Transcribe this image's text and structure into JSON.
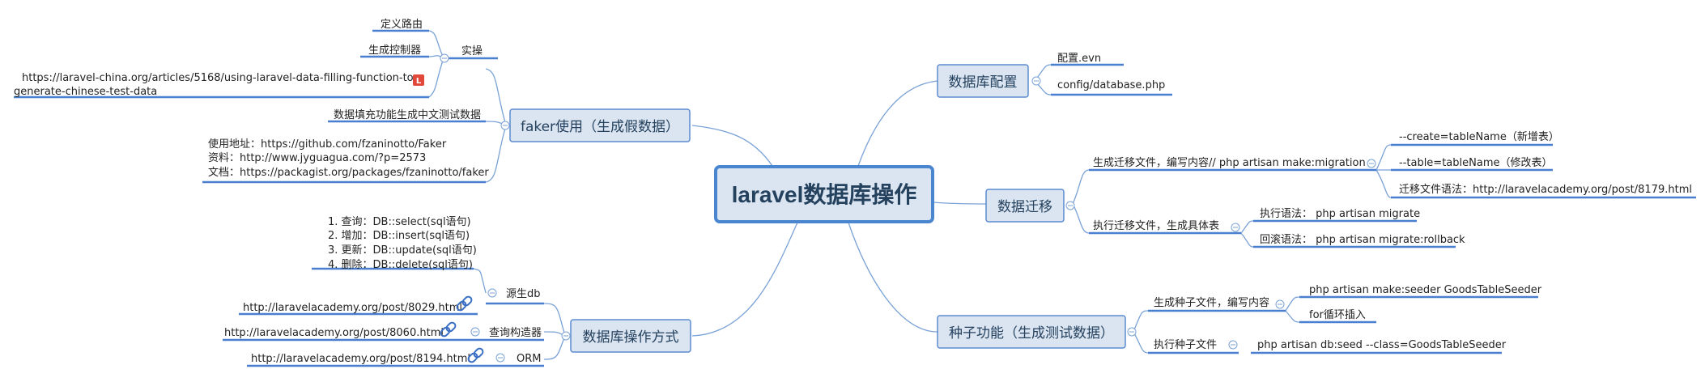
{
  "central": {
    "title": "laravel数据库操作"
  },
  "branches": {
    "faker": {
      "title": "faker使用（生成假数据）",
      "practice": {
        "label": "实操",
        "items": [
          "定义路由",
          "生成控制器"
        ],
        "link_line1": "https://laravel-china.org/articles/5168/using-laravel-data-filling-function-to-",
        "link_line2": "generate-chinese-test-data",
        "link_badge": "L"
      },
      "fill_text": "数据填充功能生成中文测试数据",
      "info": [
        "使用地址：https://github.com/fzaninotto/Faker",
        "资料：http://www.jyguagua.com/?p=2573",
        "文档：https://packagist.org/packages/fzaninotto/faker"
      ]
    },
    "ops": {
      "title": "数据库操作方式",
      "raw": {
        "label": "源生db",
        "list": [
          "1. 查询：DB::select(sql语句)",
          "2. 增加：DB::insert(sql语句)",
          "3. 更新：DB::update(sql语句)",
          "4. 删除：DB::delete(sql语句)"
        ],
        "url": "http://laravelacademy.org/post/8029.html"
      },
      "builder": {
        "label": "查询构造器",
        "url": "http://laravelacademy.org/post/8060.html"
      },
      "orm": {
        "label": "ORM",
        "url": "http://laravelacademy.org/post/8194.html"
      }
    },
    "config": {
      "title": "数据库配置",
      "items": [
        "配置.evn",
        "config/database.php"
      ]
    },
    "migration": {
      "title": "数据迁移",
      "gen": {
        "label": "生成迁移文件，编写内容// php artisan make:migration",
        "items": [
          "--create=tableName（新增表）",
          "--table=tableName（修改表）",
          "迁移文件语法：http://laravelacademy.org/post/8179.html"
        ]
      },
      "exec": {
        "label": "执行迁移文件，生成具体表",
        "items": [
          "执行语法： php artisan migrate",
          "回滚语法： php artisan migrate:rollback"
        ]
      }
    },
    "seed": {
      "title": "种子功能（生成测试数据）",
      "gen": {
        "label": "生成种子文件，编写内容",
        "items": [
          "php artisan make:seeder  GoodsTableSeeder",
          "for循环插入"
        ]
      },
      "exec": {
        "label": "执行种子文件",
        "cmd": "php artisan db:seed --class=GoodsTableSeeder"
      }
    }
  },
  "colors": {
    "line": "#4a7fd0",
    "curve": "#7aa2d6",
    "node_fill": "#dbe5f1",
    "node_stroke": "#5b8bd0",
    "central_stroke": "#4a86cf",
    "badge": "#e2483a"
  },
  "icons": {
    "link": "link-icon",
    "collapse": "collapse-toggle-icon"
  }
}
